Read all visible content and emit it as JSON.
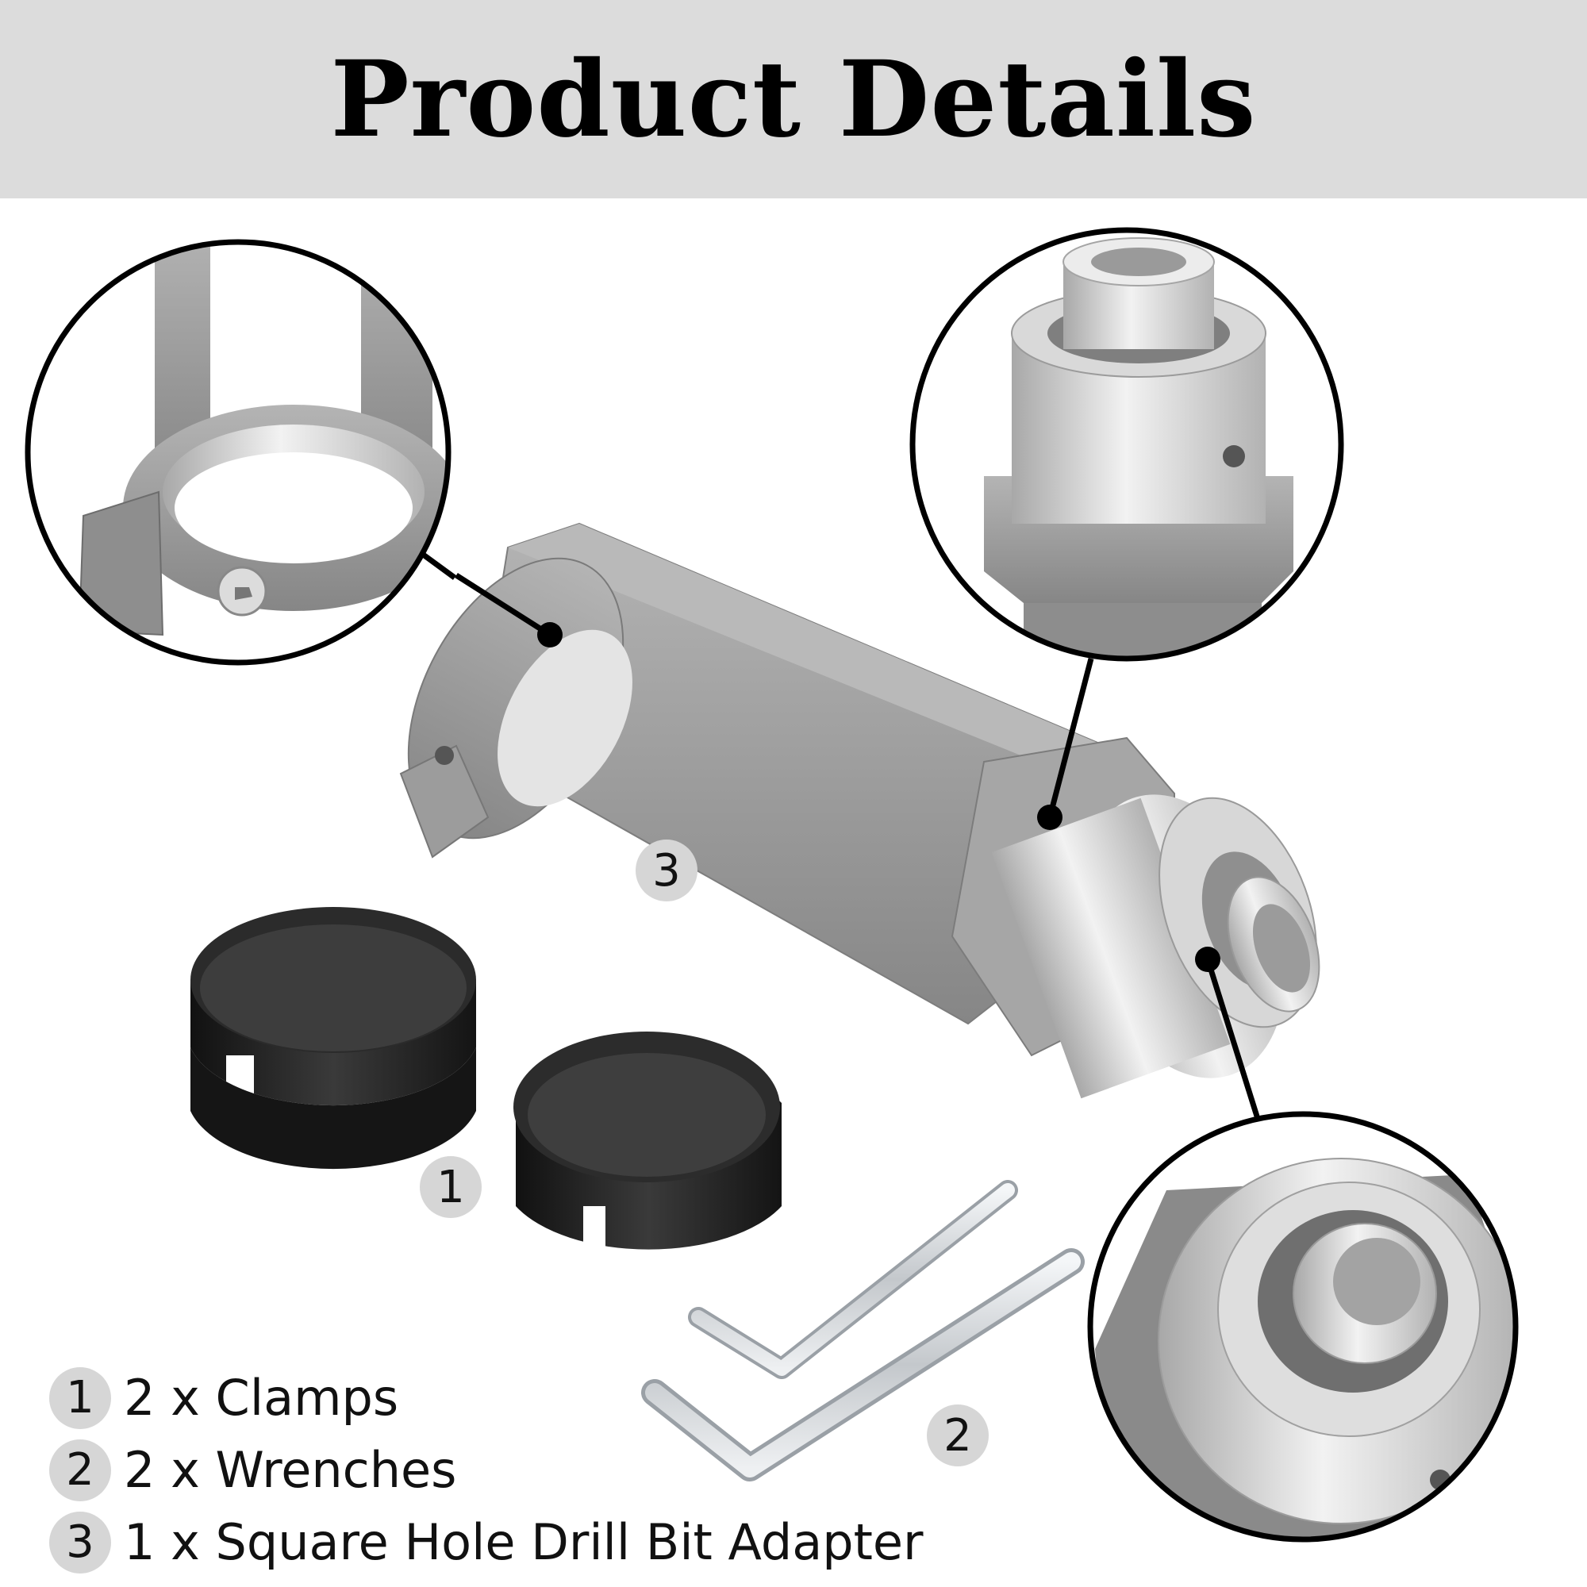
{
  "header": {
    "title": "Product Details"
  },
  "labels": {
    "part1": "1",
    "part2": "2",
    "part3": "3"
  },
  "legend": [
    {
      "num": "1",
      "text": "2 x Clamps"
    },
    {
      "num": "2",
      "text": "2 x Wrenches"
    },
    {
      "num": "3",
      "text": "1 x Square Hole Drill Bit Adapter"
    }
  ],
  "colors": {
    "header_bg": "#dcdcdc",
    "cast_metal": "#9a9a9a",
    "aluminum": "#cfcfcf",
    "rubber": "#1e1e1e",
    "badge": "#d6d6d6"
  }
}
